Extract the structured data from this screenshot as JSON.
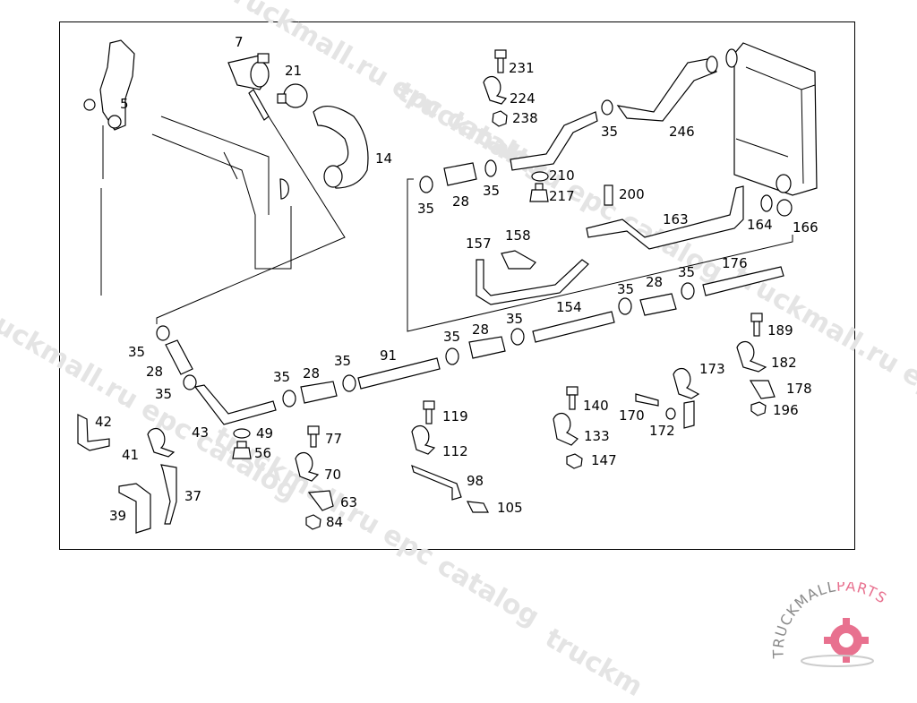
{
  "diagram": {
    "type": "exploded parts diagram",
    "subject": "cooling system hoses, pipes, clamps and oil cooler",
    "callouts": [
      {
        "id": "c5",
        "label": "5"
      },
      {
        "id": "c7",
        "label": "7"
      },
      {
        "id": "c21",
        "label": "21"
      },
      {
        "id": "c14",
        "label": "14"
      },
      {
        "id": "c231",
        "label": "231"
      },
      {
        "id": "c224",
        "label": "224"
      },
      {
        "id": "c238",
        "label": "238"
      },
      {
        "id": "c35a",
        "label": "35"
      },
      {
        "id": "c246",
        "label": "246"
      },
      {
        "id": "c35b",
        "label": "35"
      },
      {
        "id": "c28a",
        "label": "28"
      },
      {
        "id": "c35c",
        "label": "35"
      },
      {
        "id": "c210",
        "label": "210"
      },
      {
        "id": "c217",
        "label": "217"
      },
      {
        "id": "c200",
        "label": "200"
      },
      {
        "id": "c163",
        "label": "163"
      },
      {
        "id": "c164",
        "label": "164"
      },
      {
        "id": "c166",
        "label": "166"
      },
      {
        "id": "c157",
        "label": "157"
      },
      {
        "id": "c158",
        "label": "158"
      },
      {
        "id": "c176",
        "label": "176"
      },
      {
        "id": "c35d",
        "label": "35"
      },
      {
        "id": "c28b",
        "label": "28"
      },
      {
        "id": "c35e",
        "label": "35"
      },
      {
        "id": "c154",
        "label": "154"
      },
      {
        "id": "c35f",
        "label": "35"
      },
      {
        "id": "c28c",
        "label": "28"
      },
      {
        "id": "c35g",
        "label": "35"
      },
      {
        "id": "c91",
        "label": "91"
      },
      {
        "id": "c35h",
        "label": "35"
      },
      {
        "id": "c28d",
        "label": "28"
      },
      {
        "id": "c35i",
        "label": "35"
      },
      {
        "id": "c35j",
        "label": "35"
      },
      {
        "id": "c28e",
        "label": "28"
      },
      {
        "id": "c35k",
        "label": "35"
      },
      {
        "id": "c43",
        "label": "43"
      },
      {
        "id": "c49",
        "label": "49"
      },
      {
        "id": "c56",
        "label": "56"
      },
      {
        "id": "c42",
        "label": "42"
      },
      {
        "id": "c41",
        "label": "41"
      },
      {
        "id": "c37",
        "label": "37"
      },
      {
        "id": "c39",
        "label": "39"
      },
      {
        "id": "c77",
        "label": "77"
      },
      {
        "id": "c70",
        "label": "70"
      },
      {
        "id": "c63",
        "label": "63"
      },
      {
        "id": "c84",
        "label": "84"
      },
      {
        "id": "c119",
        "label": "119"
      },
      {
        "id": "c112",
        "label": "112"
      },
      {
        "id": "c98",
        "label": "98"
      },
      {
        "id": "c105",
        "label": "105"
      },
      {
        "id": "c140",
        "label": "140"
      },
      {
        "id": "c133",
        "label": "133"
      },
      {
        "id": "c147",
        "label": "147"
      },
      {
        "id": "c170",
        "label": "170"
      },
      {
        "id": "c172",
        "label": "172"
      },
      {
        "id": "c173",
        "label": "173"
      },
      {
        "id": "c189",
        "label": "189"
      },
      {
        "id": "c182",
        "label": "182"
      },
      {
        "id": "c178",
        "label": "178"
      },
      {
        "id": "c196",
        "label": "196"
      }
    ]
  },
  "watermarks": [
    "truckmall.ru epc catalog",
    "truckmall.ru epc catalog",
    "truckmall.ru epc catalog",
    "truckmall.ru epc catalog",
    "truckmall.ru epc catalog"
  ],
  "logo": {
    "text_gray": "TRUCKMALL",
    "text_pink": "PARTS",
    "accent": "#e8718f",
    "gray": "#8a8a8a"
  }
}
